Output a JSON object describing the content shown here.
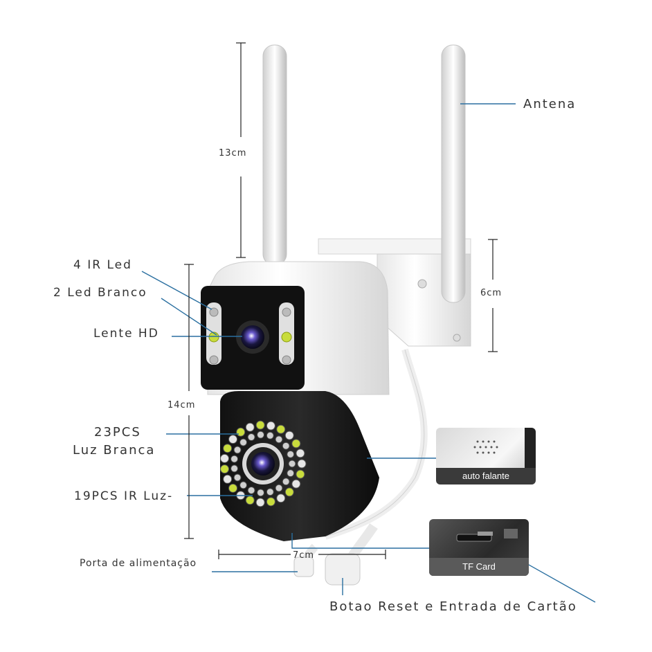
{
  "labels": {
    "antenna": "Antena",
    "height_antenna": "13cm",
    "height_mount": "6cm",
    "height_body": "14cm",
    "width_body": "7cm",
    "ir_led": "4 IR Led",
    "white_led": "2 Led Branco",
    "hd_lens": "Lente HD",
    "white_light_count": "23PCS",
    "white_light": "Luz Branca",
    "ir_light": "19PCS IR Luz-",
    "power_port": "Porta de alimentação",
    "reset_card": "Botao Reset e Entrada de Cartão"
  },
  "thumbnails": {
    "speaker": "auto falante",
    "tf_card": "TF Card"
  },
  "colors": {
    "accent_line": "#2a6fa0",
    "led_yellow": "#c8dc3c",
    "body_black": "#1b1b1b",
    "body_white": "#f2f2f2"
  }
}
